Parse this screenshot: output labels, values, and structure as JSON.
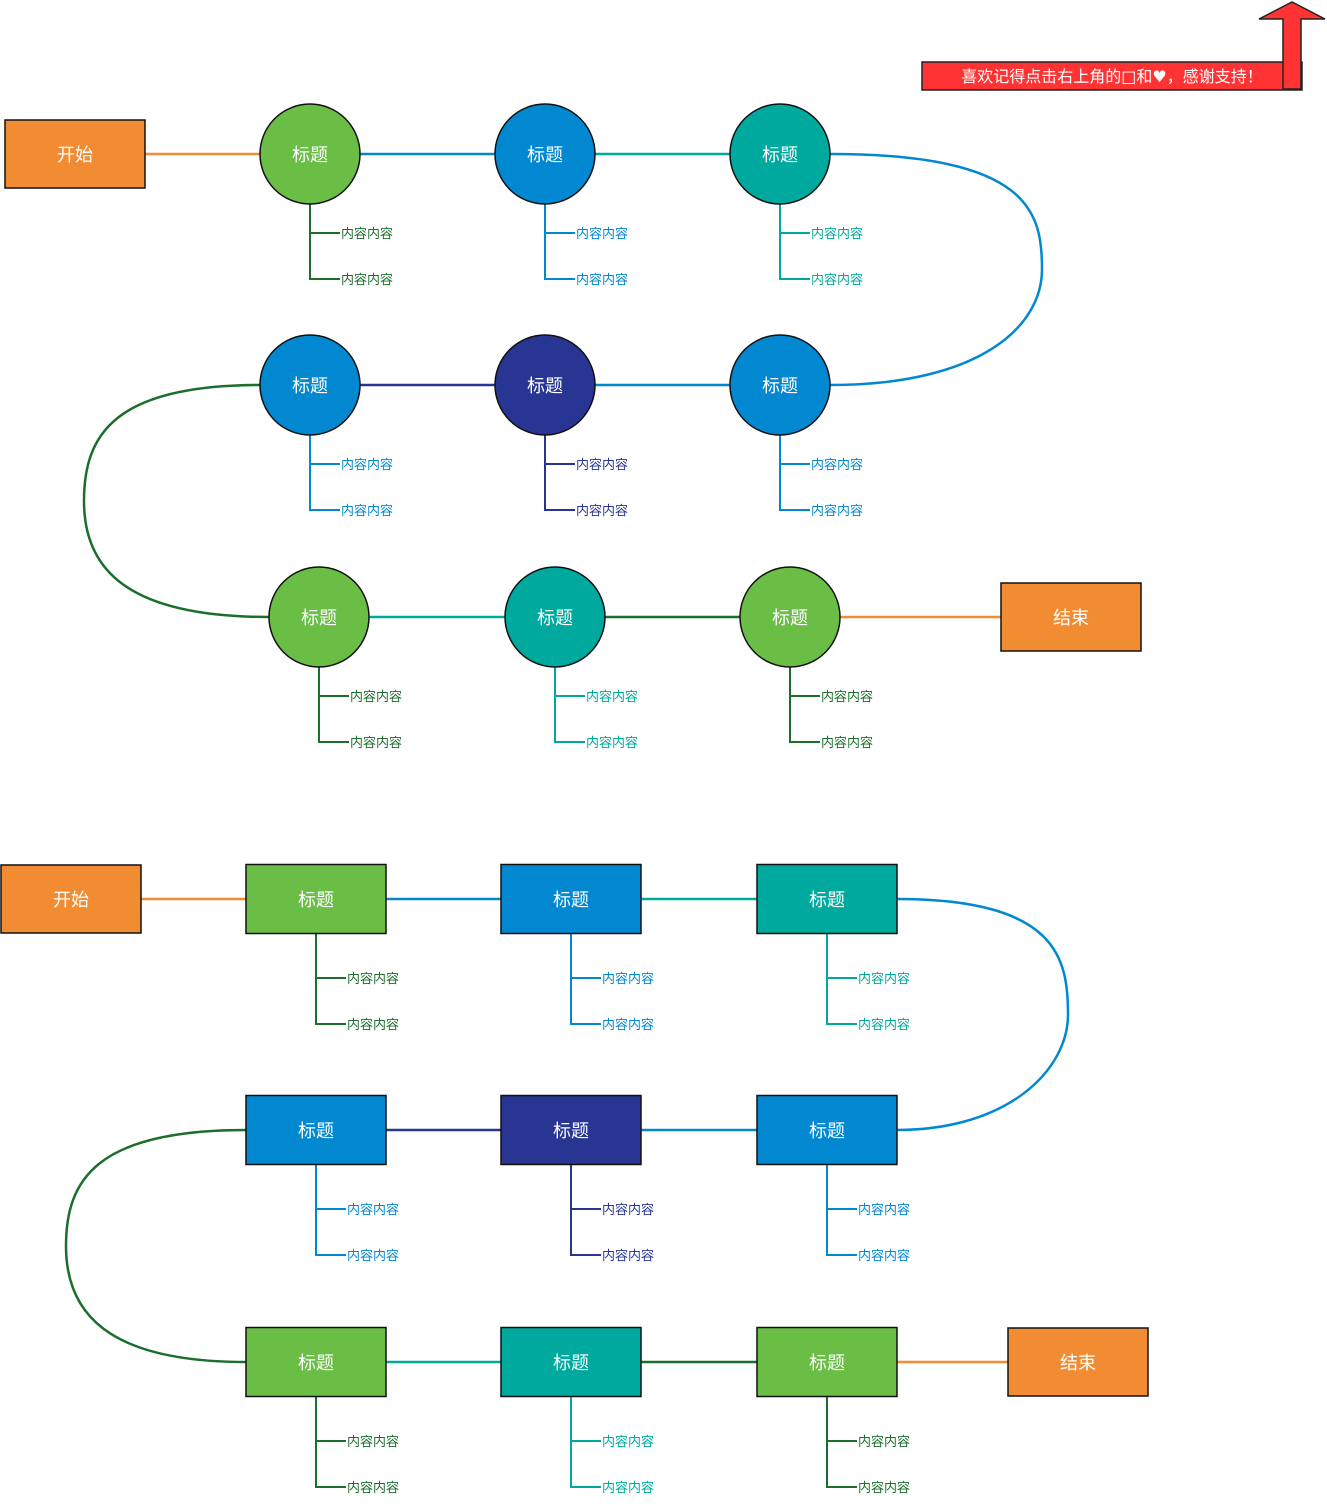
{
  "banner": {
    "text": "喜欢记得点击右上角的□和♥，感谢支持！",
    "color": "#ff3333"
  },
  "colors": {
    "orange": "#f28c33",
    "green": "#6abd45",
    "blue": "#0288d1",
    "teal": "#00a99d",
    "navy": "#283593",
    "dark_green": "#1b6e2b"
  },
  "flowcharts": [
    {
      "shape": "circle",
      "start_label": "开始",
      "end_label": "结束",
      "rows": [
        [
          {
            "title": "标题",
            "color": "green",
            "items": [
              "内容内容",
              "内容内容"
            ],
            "item_color": "dark_green"
          },
          {
            "title": "标题",
            "color": "blue",
            "items": [
              "内容内容",
              "内容内容"
            ],
            "item_color": "blue"
          },
          {
            "title": "标题",
            "color": "teal",
            "items": [
              "内容内容",
              "内容内容"
            ],
            "item_color": "teal"
          }
        ],
        [
          {
            "title": "标题",
            "color": "blue",
            "items": [
              "内容内容",
              "内容内容"
            ],
            "item_color": "blue"
          },
          {
            "title": "标题",
            "color": "navy",
            "items": [
              "内容内容",
              "内容内容"
            ],
            "item_color": "navy"
          },
          {
            "title": "标题",
            "color": "blue",
            "items": [
              "内容内容",
              "内容内容"
            ],
            "item_color": "blue"
          }
        ],
        [
          {
            "title": "标题",
            "color": "green",
            "items": [
              "内容内容",
              "内容内容"
            ],
            "item_color": "dark_green"
          },
          {
            "title": "标题",
            "color": "teal",
            "items": [
              "内容内容",
              "内容内容"
            ],
            "item_color": "teal"
          },
          {
            "title": "标题",
            "color": "green",
            "items": [
              "内容内容",
              "内容内容"
            ],
            "item_color": "dark_green"
          }
        ]
      ]
    },
    {
      "shape": "rect",
      "start_label": "开始",
      "end_label": "结束",
      "rows": [
        [
          {
            "title": "标题",
            "color": "green",
            "items": [
              "内容内容",
              "内容内容"
            ],
            "item_color": "dark_green"
          },
          {
            "title": "标题",
            "color": "blue",
            "items": [
              "内容内容",
              "内容内容"
            ],
            "item_color": "blue"
          },
          {
            "title": "标题",
            "color": "teal",
            "items": [
              "内容内容",
              "内容内容"
            ],
            "item_color": "teal"
          }
        ],
        [
          {
            "title": "标题",
            "color": "blue",
            "items": [
              "内容内容",
              "内容内容"
            ],
            "item_color": "blue"
          },
          {
            "title": "标题",
            "color": "navy",
            "items": [
              "内容内容",
              "内容内容"
            ],
            "item_color": "navy"
          },
          {
            "title": "标题",
            "color": "blue",
            "items": [
              "内容内容",
              "内容内容"
            ],
            "item_color": "blue"
          }
        ],
        [
          {
            "title": "标题",
            "color": "green",
            "items": [
              "内容内容",
              "内容内容"
            ],
            "item_color": "dark_green"
          },
          {
            "title": "标题",
            "color": "teal",
            "items": [
              "内容内容",
              "内容内容"
            ],
            "item_color": "teal"
          },
          {
            "title": "标题",
            "color": "green",
            "items": [
              "内容内容",
              "内容内容"
            ],
            "item_color": "dark_green"
          }
        ]
      ]
    }
  ]
}
